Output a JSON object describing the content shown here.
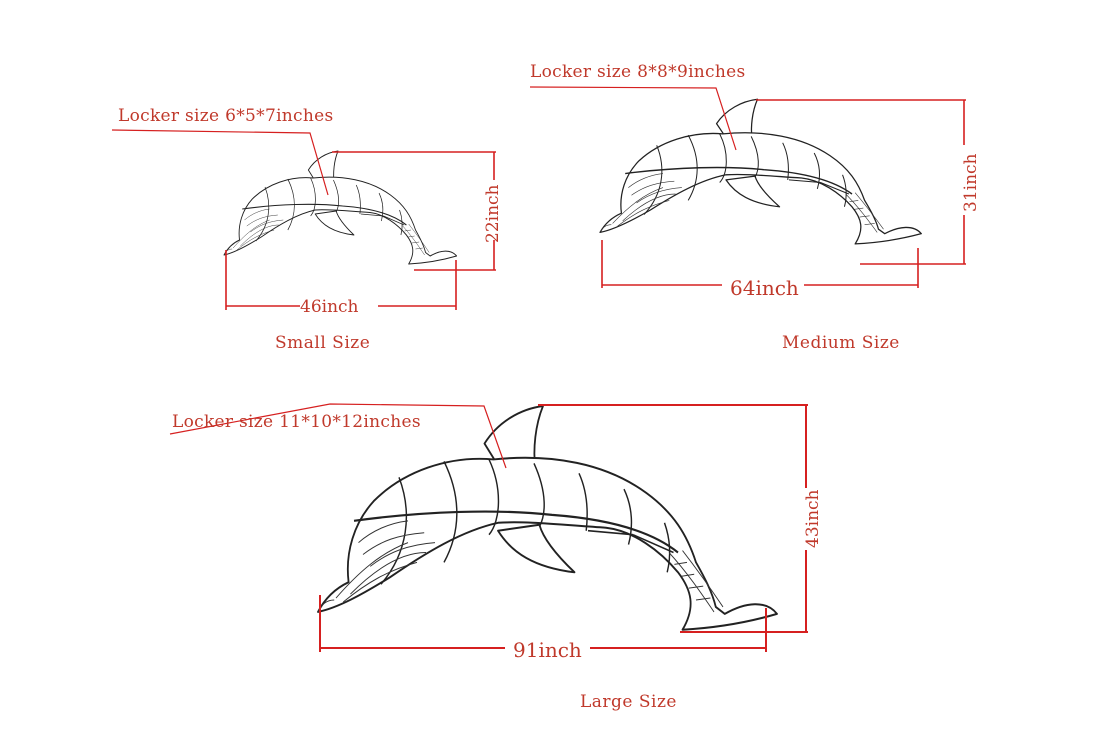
{
  "colors": {
    "annotation": "#c0392b",
    "dimension_line": "#d62020",
    "drawing": "#222222",
    "background": "#ffffff"
  },
  "small": {
    "locker_label": "Locker size 6*5*7inches",
    "width_label": "46inch",
    "height_label": "22inch",
    "caption": "Small Size"
  },
  "medium": {
    "locker_label": "Locker size 8*8*9inches",
    "width_label": "64inch",
    "height_label": "31inch",
    "caption": "Medium Size"
  },
  "large": {
    "locker_label": "Locker size 11*10*12inches",
    "width_label": "91inch",
    "height_label": "43inch",
    "caption": "Large Size"
  }
}
